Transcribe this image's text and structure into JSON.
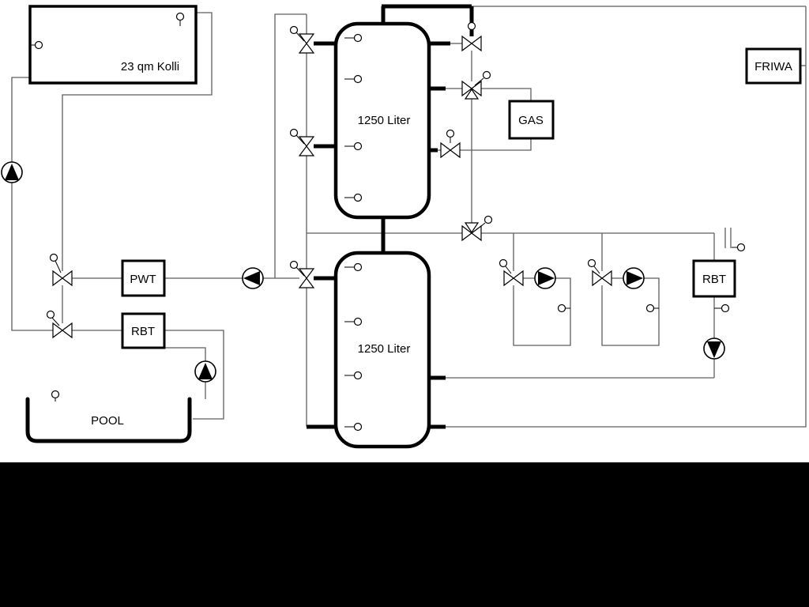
{
  "labels": {
    "collector": "23 qm Kolli",
    "tank_top": "1250 Liter",
    "tank_bottom": "1250 Liter",
    "gas": "GAS",
    "friwa": "FRIWA",
    "pwt": "PWT",
    "rbt_left": "RBT",
    "rbt_right": "RBT",
    "pool": "POOL"
  },
  "colors": {
    "pipe_thin": "#5f5f5f",
    "pipe_thick": "#000000",
    "canvas": "#ffffff",
    "letterbox": "#000000",
    "symbol": "#000000"
  }
}
